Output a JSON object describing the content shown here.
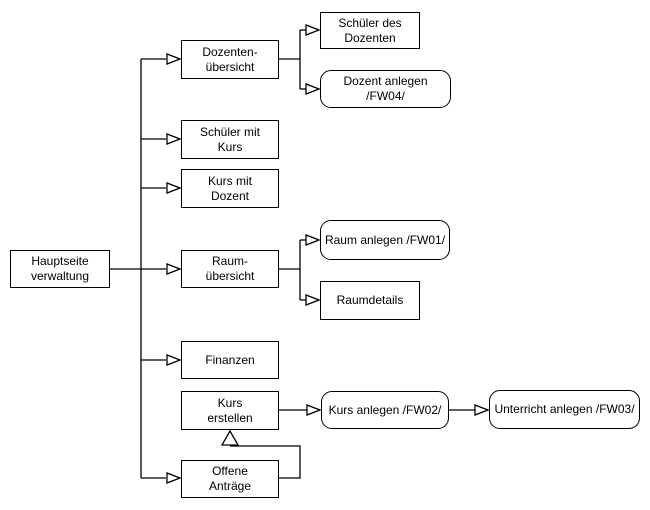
{
  "diagram": {
    "type": "flowchart-sitemap",
    "colors": {
      "background": "#ffffff",
      "node_fill": "#ffffff",
      "node_stroke": "#000000",
      "text": "#000000"
    },
    "nodes": {
      "hauptseite_verwaltung": {
        "label": "Hauptseite\nverwaltung",
        "shape": "rectangle"
      },
      "dozenten_uebersicht": {
        "label": "Dozenten-\nübersicht",
        "shape": "rectangle"
      },
      "schueler_mit_kurs": {
        "label": "Schüler mit\nKurs",
        "shape": "rectangle"
      },
      "kurs_mit_dozent": {
        "label": "Kurs mit\nDozent",
        "shape": "rectangle"
      },
      "raum_uebersicht": {
        "label": "Raum-\nübersicht",
        "shape": "rectangle"
      },
      "finanzen": {
        "label": "Finanzen",
        "shape": "rectangle"
      },
      "kurs_erstellen": {
        "label": "Kurs\nerstellen",
        "shape": "rectangle"
      },
      "offene_antraege": {
        "label": "Offene\nAnträge",
        "shape": "rectangle"
      },
      "schueler_des_dozenten": {
        "label": "Schüler des\nDozenten",
        "shape": "rectangle"
      },
      "dozent_anlegen": {
        "label": "Dozent anlegen /FW04/",
        "shape": "rounded"
      },
      "raum_anlegen": {
        "label": "Raum anlegen /FW01/",
        "shape": "rounded"
      },
      "raumdetails": {
        "label": "Raumdetails",
        "shape": "rectangle"
      },
      "kurs_anlegen": {
        "label": "Kurs anlegen /FW02/",
        "shape": "rounded"
      },
      "unterricht_anlegen": {
        "label": "Unterricht anlegen /FW03/",
        "shape": "rounded"
      }
    },
    "edges": [
      {
        "from": "hauptseite_verwaltung",
        "to": "dozenten_uebersicht"
      },
      {
        "from": "hauptseite_verwaltung",
        "to": "schueler_mit_kurs"
      },
      {
        "from": "hauptseite_verwaltung",
        "to": "kurs_mit_dozent"
      },
      {
        "from": "hauptseite_verwaltung",
        "to": "raum_uebersicht"
      },
      {
        "from": "hauptseite_verwaltung",
        "to": "finanzen"
      },
      {
        "from": "hauptseite_verwaltung",
        "to": "offene_antraege"
      },
      {
        "from": "dozenten_uebersicht",
        "to": "schueler_des_dozenten"
      },
      {
        "from": "dozenten_uebersicht",
        "to": "dozent_anlegen"
      },
      {
        "from": "raum_uebersicht",
        "to": "raum_anlegen"
      },
      {
        "from": "raum_uebersicht",
        "to": "raumdetails"
      },
      {
        "from": "kurs_erstellen",
        "to": "kurs_anlegen"
      },
      {
        "from": "kurs_anlegen",
        "to": "unterricht_anlegen"
      },
      {
        "from": "offene_antraege",
        "to": "kurs_erstellen"
      }
    ]
  }
}
